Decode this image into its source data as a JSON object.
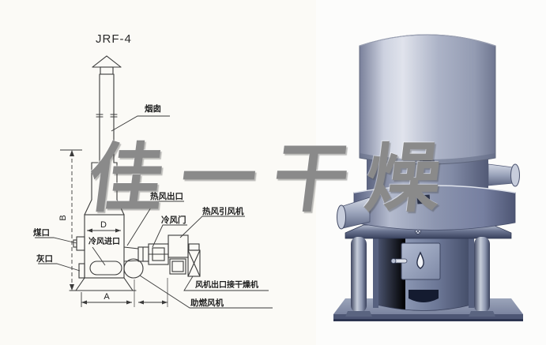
{
  "watermark": {
    "text": "佳一干燥"
  },
  "diagram": {
    "title": "JRF-4",
    "labels": {
      "chimney": "烟囱",
      "hot_air_outlet": "热风出口",
      "cold_air_door": "冷风门",
      "hot_air_induced_fan": "热风引风机",
      "coal_inlet": "煤口",
      "cold_air_inlet": "冷风进口",
      "ash_outlet": "灰口",
      "fan_outlet_to_dryer": "风机出口接干燥机",
      "combustion_fan": "助燃风机"
    },
    "dimensions": {
      "base_width": "A",
      "height": "B",
      "body_width": "D"
    },
    "line_color": "#3a3a3a"
  },
  "photo": {
    "subject": "JRF hot-air furnace product render",
    "colors": {
      "metal_light": "#dde1ea",
      "metal_mid": "#9aa3bb",
      "metal_dark": "#5a6380",
      "shadow_dark": "#273049",
      "background": "#fcfcfb"
    }
  }
}
